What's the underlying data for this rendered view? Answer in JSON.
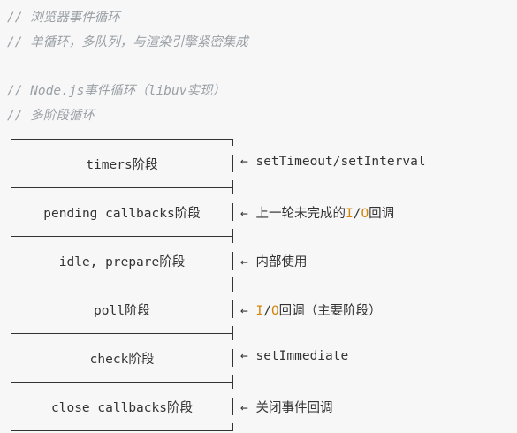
{
  "comments": {
    "line1": "// 浏览器事件循环",
    "line2": "// 单循环，多队列，与渲染引擎紧密集成",
    "line3": "// Node.js事件循环（libuv实现）",
    "line4": "// 多阶段循环"
  },
  "phases": [
    {
      "label": "timers阶段",
      "arrow": "←",
      "note": "setTimeout/setInterval"
    },
    {
      "label": "pending callbacks阶段",
      "arrow": "←",
      "note_prefix": "上一轮未完成的",
      "note_io_i": "I",
      "note_io_slash": "/",
      "note_io_o": "O",
      "note_suffix": "回调"
    },
    {
      "label": "idle, prepare阶段",
      "arrow": "←",
      "note": "内部使用"
    },
    {
      "label": "poll阶段",
      "arrow": "←",
      "note_io_i": "I",
      "note_io_slash": "/",
      "note_io_o": "O",
      "note_suffix": "回调（主要阶段）"
    },
    {
      "label": "check阶段",
      "arrow": "←",
      "note": "setImmediate"
    },
    {
      "label": "close callbacks阶段",
      "arrow": "←",
      "note": "关闭事件回调"
    }
  ],
  "colors": {
    "background": "#f7f7f7",
    "comment": "#9aa0a6",
    "text": "#333333",
    "io_highlight": "#d4840a"
  }
}
